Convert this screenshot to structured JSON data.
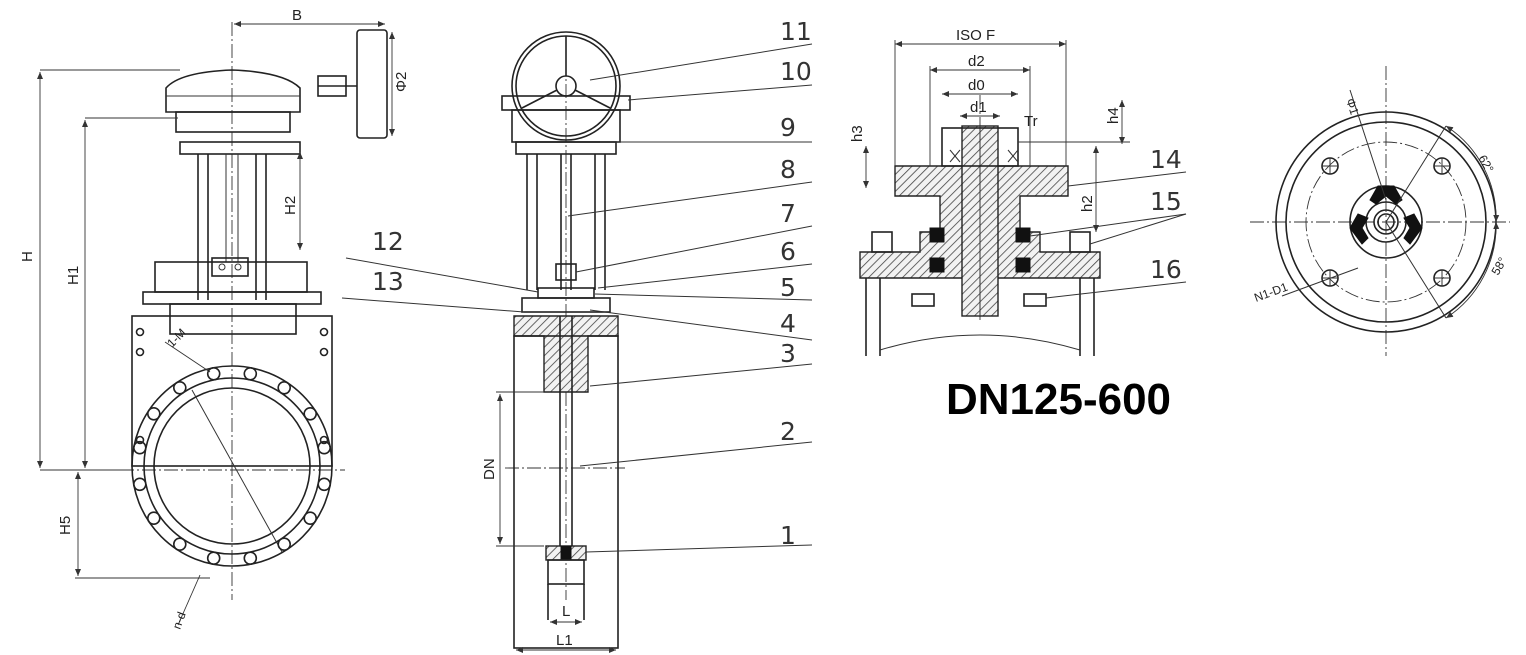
{
  "series_title": "DN125-600",
  "front_view": {
    "dims": {
      "B": "B",
      "phi2": "Φ2",
      "H": "H",
      "H1": "H1",
      "H2": "H2",
      "H5": "H5",
      "M": "1-M",
      "n_d": "n-d"
    }
  },
  "side_view": {
    "dims": {
      "DN": "DN",
      "L": "L",
      "L1": "L1"
    },
    "part_numbers": [
      "1",
      "2",
      "3",
      "4",
      "5",
      "6",
      "7",
      "8",
      "9",
      "10",
      "11",
      "12",
      "13"
    ]
  },
  "flange_detail": {
    "dims": {
      "iso_f": "ISO F",
      "d2": "d2",
      "d0": "d0",
      "d1": "d1",
      "tr": "Tr",
      "h3": "h3",
      "h4": "h4",
      "h2": "h2"
    },
    "part_numbers": [
      "14",
      "15",
      "16"
    ]
  },
  "top_view": {
    "dims": {
      "phi1": "Φ1",
      "angle_a": "62°",
      "angle_b": "58°",
      "n1_d1": "N1-D1"
    }
  }
}
